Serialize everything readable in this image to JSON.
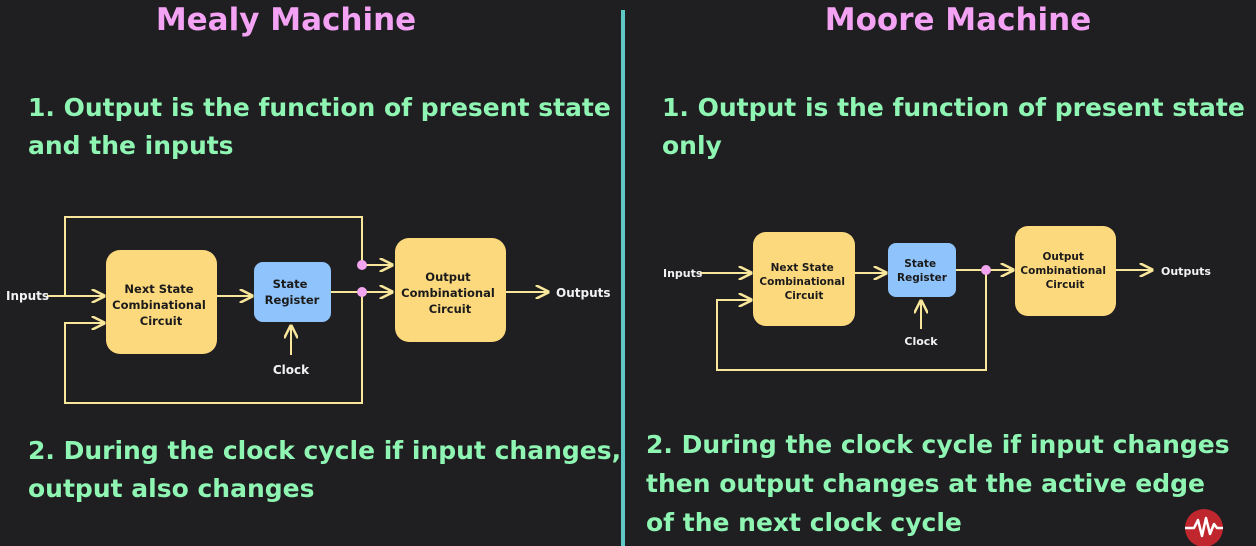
{
  "mealy": {
    "title": "Mealy Machine",
    "point1": [
      "1. Output is the function of present state",
      "and the inputs"
    ],
    "point2": [
      "2. During the clock cycle if input changes,",
      "output also changes"
    ],
    "diagram": {
      "next_state": [
        "Next State",
        "Combinational",
        "Circuit"
      ],
      "state_register": [
        "State",
        "Register"
      ],
      "output_circuit": [
        "Output",
        "Combinational",
        "Circuit"
      ],
      "inputs": "Inputs",
      "outputs": "Outputs",
      "clock": "Clock"
    }
  },
  "moore": {
    "title": "Moore Machine",
    "point1": [
      "1. Output is the function of present state",
      "only"
    ],
    "point2": [
      "2. During the clock cycle if input changes",
      "then output changes at the active edge",
      "of the next clock cycle"
    ],
    "diagram": {
      "next_state": [
        "Next State",
        "Combinational",
        "Circuit"
      ],
      "state_register": [
        "State",
        "Register"
      ],
      "output_circuit": [
        "Output",
        "Combinational",
        "Circuit"
      ],
      "inputs": "Inputs",
      "outputs": "Outputs",
      "clock": "Clock"
    }
  },
  "colors": {
    "title": "#f4a3f4",
    "text": "#8ff5b3",
    "divider": "#5ec9c4",
    "box_yellow": "#fdd97e",
    "box_blue": "#8fc3fb",
    "wire": "#f8e69a",
    "junction": "#f3a6ef"
  },
  "logo": {
    "icon": "pulse-wave-icon"
  }
}
